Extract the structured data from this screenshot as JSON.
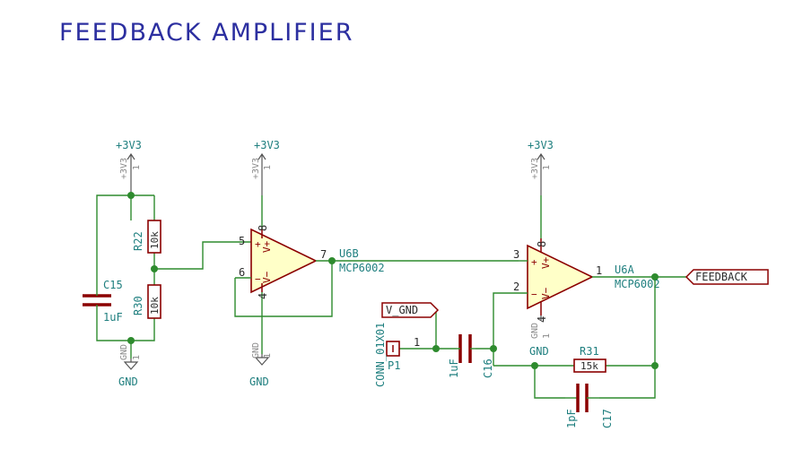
{
  "title": "FEEDBACK AMPLIFIER",
  "power": {
    "rail": "+3V3",
    "ground": "GND",
    "pin_one": "1"
  },
  "pins": {
    "p1": "1",
    "p2": "2",
    "p3": "3",
    "p4": "4",
    "p5": "5",
    "p6": "6",
    "p7": "7",
    "p8": "8"
  },
  "opamp_labels": {
    "plus": "+",
    "minus": "−",
    "vplus": "V+",
    "vminus": "V−"
  },
  "components": {
    "r22": {
      "ref": "R22",
      "value": "10k"
    },
    "r30": {
      "ref": "R30",
      "value": "10k"
    },
    "c15": {
      "ref": "C15",
      "value": "1uF"
    },
    "u6b": {
      "ref": "U6B",
      "value": "MCP6002"
    },
    "u6a": {
      "ref": "U6A",
      "value": "MCP6002"
    },
    "c16": {
      "ref": "C16",
      "value": "1uF"
    },
    "r31": {
      "ref": "R31",
      "value": "15k"
    },
    "c17": {
      "ref": "C17",
      "value": "1pF"
    },
    "p1": {
      "ref": "P1",
      "value": "CONN_01X01"
    }
  },
  "labels": {
    "v_gnd": "V_GND",
    "feedback": "FEEDBACK"
  },
  "colors": {
    "wire": "#2e8b2e",
    "body": "#8b0000",
    "opamp_fill": "#ffffc8",
    "title": "#2c2fa0",
    "ref_text": "#1f7f7f"
  }
}
